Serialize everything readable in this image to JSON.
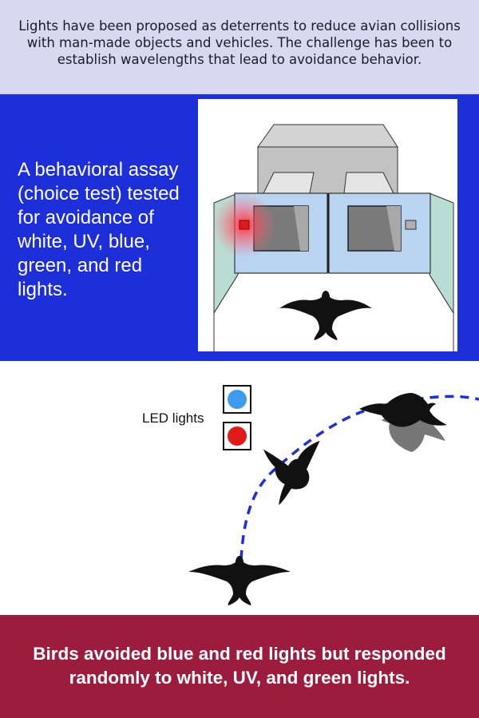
{
  "header": {
    "text": "Lights have been proposed as deterrents to reduce avian collisions with man-made objects and vehicles. The challenge has been to establish wavelengths that lead to avoidance behavior."
  },
  "assay": {
    "description": "A behavioral assay (choice test) tested for avoidance of white, UV, blue, green, and red lights."
  },
  "led": {
    "label": "LED lights",
    "blue_color": "#3d9bf0",
    "red_color": "#e01a1a"
  },
  "footer": {
    "text": "Birds avoided blue and red lights but responded randomly to white, UV, and green lights."
  },
  "colors": {
    "header_bg": "#d8d8f0",
    "panel_blue": "#1c2fd8",
    "footer_bg": "#9b1c3c",
    "flight_path": "#1c2fd8"
  }
}
